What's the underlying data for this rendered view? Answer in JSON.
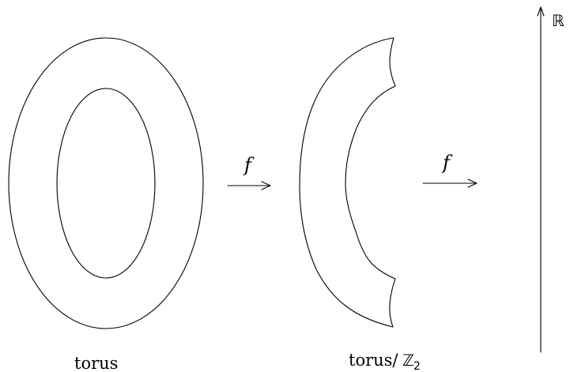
{
  "labels": {
    "torus": "torus",
    "quotient_prefix": "torus/",
    "quotient_group": "ℤ",
    "quotient_subscript": "2",
    "map_first": "f",
    "map_second": "f",
    "real_line": "ℝ"
  },
  "colors": {
    "stroke": "#000000",
    "background": "#ffffff"
  }
}
